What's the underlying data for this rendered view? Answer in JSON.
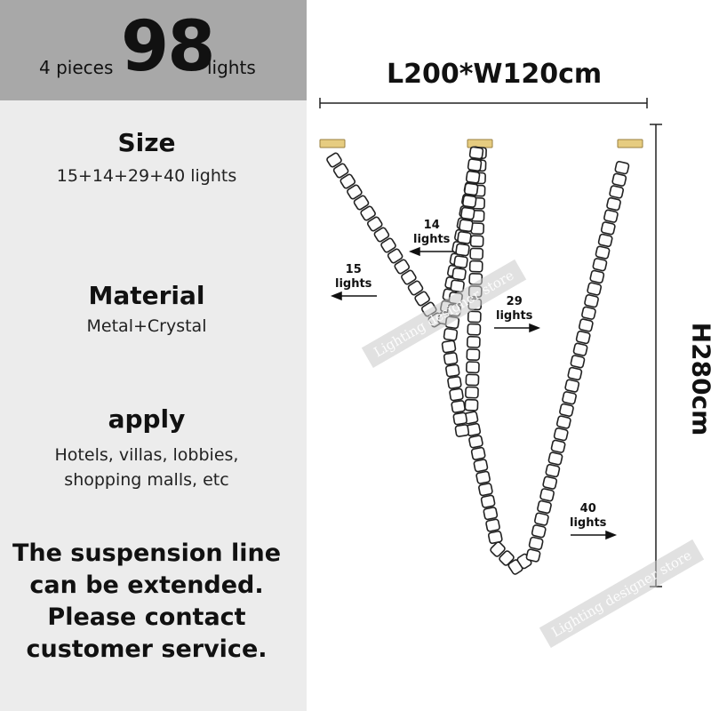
{
  "header": {
    "prefix": "4 pieces",
    "number": "98",
    "suffix": "lights"
  },
  "size": {
    "title": "Size",
    "value": "15+14+29+40 lights"
  },
  "material": {
    "title": "Material",
    "value": "Metal+Crystal"
  },
  "apply": {
    "title": "apply",
    "line1": "Hotels, villas, lobbies,",
    "line2": "shopping malls, etc"
  },
  "notice": {
    "line1": "The suspension line",
    "line2": "can be extended.",
    "line3": "Please contact",
    "line4": "customer service."
  },
  "dimensions": {
    "width": "L200*W120cm",
    "height": "H280cm"
  },
  "strands": [
    {
      "count": "15",
      "unit": "lights"
    },
    {
      "count": "14",
      "unit": "lights"
    },
    {
      "count": "29",
      "unit": "lights"
    },
    {
      "count": "40",
      "unit": "lights"
    }
  ],
  "watermark": "Lighting designer store",
  "colors": {
    "left_panel": "#ececec",
    "header_bar": "#a8a8a8",
    "canopy": "#e6cc80",
    "crystal_stroke": "#222222"
  }
}
